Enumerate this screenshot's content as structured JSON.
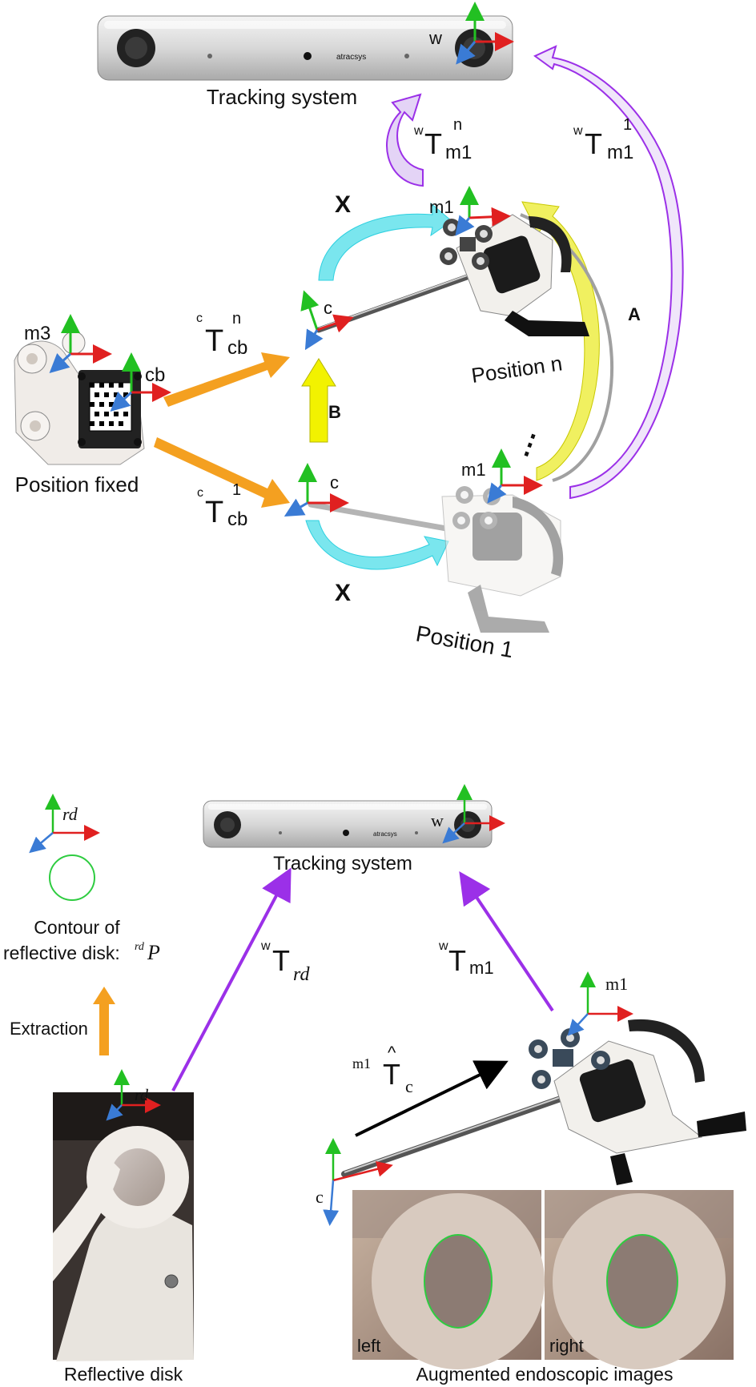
{
  "top_diagram": {
    "tracking_system_label": "Tracking system",
    "tracker_brand": "atracsys",
    "frame_w": "w",
    "transform_wTm1n": {
      "pre_sup": "w",
      "base": "T",
      "sup": "n",
      "sub": "m1"
    },
    "transform_wTm1_1": {
      "pre_sup": "w",
      "base": "T",
      "sup": "1",
      "sub": "m1"
    },
    "label_x_top": "X",
    "label_x_bottom": "X",
    "label_a": "A",
    "label_b": "B",
    "frame_m1_top": "m1",
    "frame_m1_mid": "m1",
    "frame_c_top": "c",
    "frame_c_mid": "c",
    "frame_m3": "m3",
    "frame_cb": "cb",
    "transform_cTcbn": {
      "pre_sup": "c",
      "base": "T",
      "sup": "n",
      "sub": "cb"
    },
    "transform_cTcb1": {
      "pre_sup": "c",
      "base": "T",
      "sup": "1",
      "sub": "cb"
    },
    "position_n_label": "Position n",
    "position_1_label": "Position 1",
    "position_fixed_label": "Position fixed",
    "ellipsis": "⋮"
  },
  "bottom_diagram": {
    "tracking_system_label": "Tracking system",
    "tracker_brand": "atracsys",
    "frame_w": "w",
    "frame_rd": "rd",
    "frame_rd_photo": "rd",
    "contour_label_line1": "Contour of",
    "contour_label_line2": "reflective disk:",
    "contour_symbol_pre": "rd",
    "contour_symbol": "P",
    "extraction_label": "Extraction",
    "transform_wTrd": {
      "pre_sup": "w",
      "base": "T",
      "sub": "rd"
    },
    "transform_wTm1": {
      "pre_sup": "w",
      "base": "T",
      "sub": "m1"
    },
    "transform_m1Tc": {
      "pre_sup": "m1",
      "base": "T",
      "hat": "^",
      "sub": "c"
    },
    "frame_m1": "m1",
    "frame_c": "c",
    "left_image_label": "left",
    "right_image_label": "right",
    "reflective_disk_caption": "Reflective disk",
    "augmented_caption": "Augmented endoscopic images"
  },
  "colors": {
    "axis_x": "#e02020",
    "axis_y": "#22c022",
    "axis_z": "#3a7bd5",
    "arrow_orange": "#f4a020",
    "arrow_purple": "#9b30e8",
    "arrow_cyan": "#2fd0e0",
    "arrow_yellow": "#e8e800",
    "arrow_gray": "#999999",
    "contour_green": "#2ecc40"
  }
}
